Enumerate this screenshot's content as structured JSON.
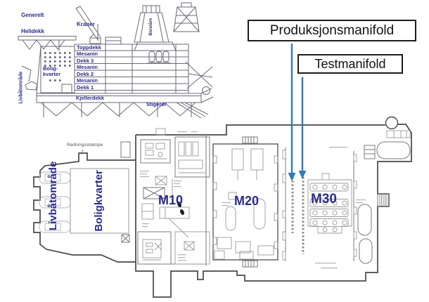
{
  "colors": {
    "label_navy": "#2b2b8c",
    "arrow_blue": "#2e7cba",
    "outline_dark": "#474747",
    "line_light": "#9a9a9a",
    "callout_border": "#1c1c1c"
  },
  "elevation_view": {
    "labels": {
      "generelt": "Generelt",
      "helidekk": "Helidekk",
      "kraner": "Kraner",
      "boretarn": "Boretårn",
      "livbatomrade": "Livbåtområde",
      "boligkvarter_line1": "Bolig-",
      "boligkvarter_line2": "kvarter",
      "kjellerdekk": "Kjellerdekk",
      "stigeror": "Stigerør"
    },
    "decks": [
      "Toppdekk",
      "Mesanin",
      "Dekk 3",
      "Mesanin",
      "Dekk 2",
      "Mesanin",
      "Dekk 1"
    ]
  },
  "callouts": [
    {
      "label": "Produksjonsmanifold"
    },
    {
      "label": "Testmanifold"
    }
  ],
  "plan_view": {
    "livbatomrade": "Livbåtområde",
    "boligkvarter": "Boligkvarter",
    "redningsstrompe": "Redningsstrømpe",
    "modules": [
      {
        "label": "M10"
      },
      {
        "label": "M20"
      },
      {
        "label": "M30"
      }
    ]
  }
}
